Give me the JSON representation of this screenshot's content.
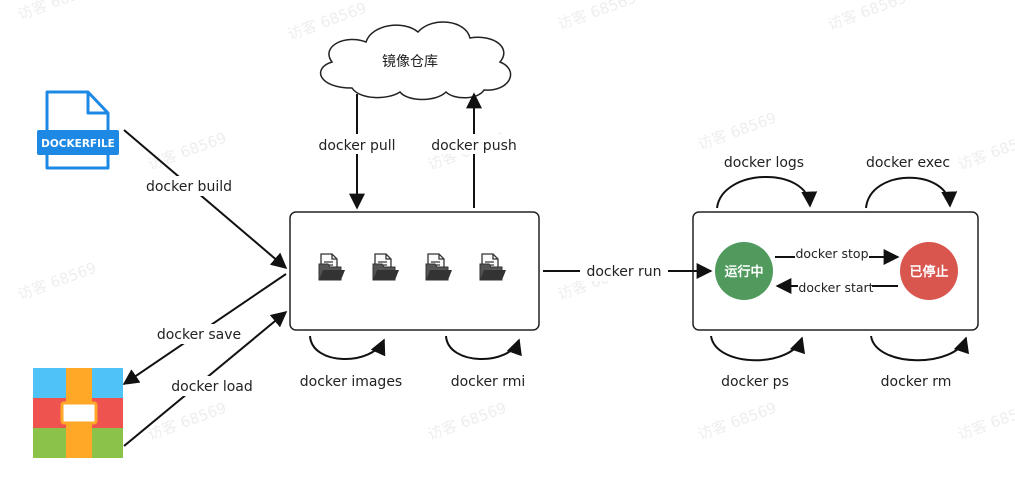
{
  "registry": {
    "label": "镜像仓库"
  },
  "dockerfile_icon": {
    "text": "DOCKERFILE",
    "color": "#1e88e5"
  },
  "archive_icon": {
    "colors": [
      "#4fc3f7",
      "#ef5350",
      "#8bc34a",
      "#ffa726"
    ]
  },
  "commands": {
    "build": "docker build",
    "pull": "docker pull",
    "push": "docker push",
    "save": "docker save",
    "load": "docker load",
    "images": "docker images",
    "rmi": "docker rmi",
    "run": "docker run",
    "logs": "docker logs",
    "exec": "docker exec",
    "stop": "docker stop",
    "start": "docker start",
    "ps": "docker ps",
    "rm": "docker rm"
  },
  "states": {
    "running": {
      "label": "运行中",
      "color": "#4f9a5c"
    },
    "stopped": {
      "label": "已停止",
      "color": "#d9564f"
    }
  },
  "watermark": {
    "text": "访客 68569"
  }
}
